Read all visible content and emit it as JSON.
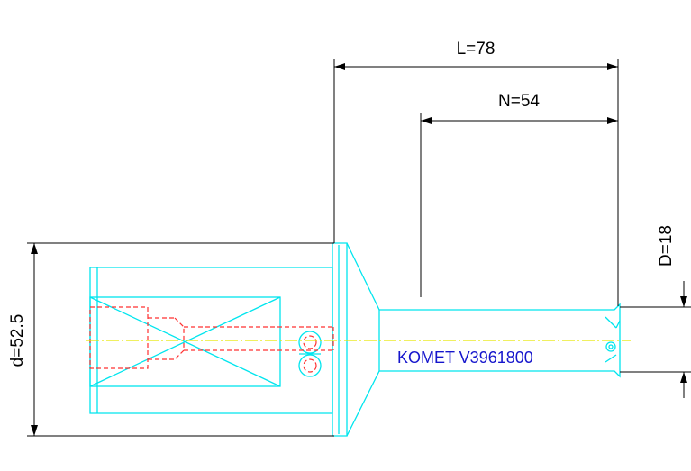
{
  "dimensions": {
    "overall_length": "L=78",
    "shank_length": "N=54",
    "diameter": "D=18",
    "flange_diameter": "d=52.5"
  },
  "label": {
    "product": "KOMET V3961800"
  },
  "colors": {
    "outline": "#00e5ee",
    "hidden": "#ff3030",
    "centerline": "#e8e800",
    "dimension": "#000000",
    "label": "#1515cc"
  }
}
